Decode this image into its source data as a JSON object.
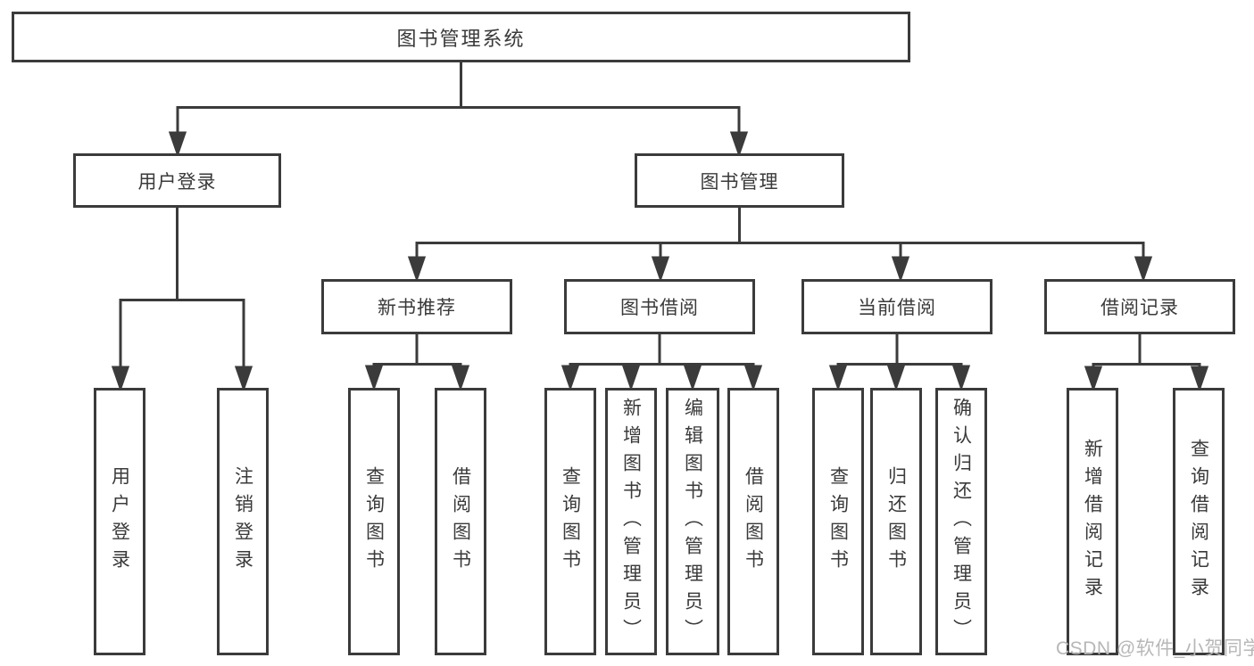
{
  "tree": {
    "root": {
      "label": "图书管理系统"
    },
    "branches": [
      {
        "label": "用户登录",
        "leaves": [
          "用户登录",
          "注销登录"
        ]
      },
      {
        "label": "图书管理",
        "groups": [
          {
            "label": "新书推荐",
            "leaves": [
              "查询图书",
              "借阅图书"
            ]
          },
          {
            "label": "图书借阅",
            "leaves": [
              "查询图书",
              "新增图书（管理员）",
              "编辑图书（管理员）",
              "借阅图书"
            ]
          },
          {
            "label": "当前借阅",
            "leaves": [
              "查询图书",
              "归还图书",
              "确认归还（管理员）"
            ]
          },
          {
            "label": "借阅记录",
            "leaves": [
              "新增借阅记录",
              "查询借阅记录"
            ]
          }
        ]
      }
    ]
  },
  "watermark": {
    "text": "CSDN @软件_小贺同学"
  },
  "colors": {
    "line": "#3b3b3b",
    "text": "#3a3a3a",
    "background": "#ffffff",
    "watermark": "#b7b7b7"
  }
}
